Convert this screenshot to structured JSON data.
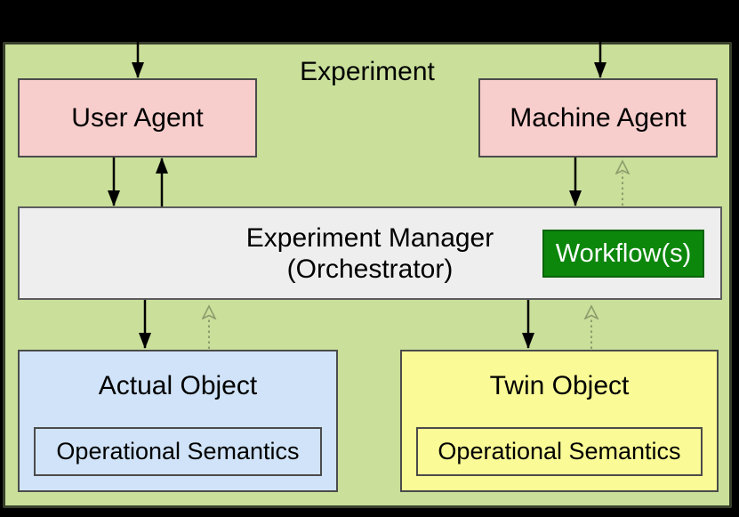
{
  "diagram": {
    "title": "Experiment",
    "nodes": {
      "user_agent": {
        "label": "User Agent"
      },
      "machine_agent": {
        "label": "Machine Agent"
      },
      "experiment_manager": {
        "label_line1": "Experiment Manager",
        "label_line2": "(Orchestrator)"
      },
      "workflow": {
        "label": "Workflow(s)"
      },
      "actual_object": {
        "label": "Actual Object",
        "sublabel": "Operational Semantics"
      },
      "twin_object": {
        "label": "Twin Object",
        "sublabel": "Operational Semantics"
      }
    },
    "edges": [
      {
        "from": "outside",
        "to": "user_agent",
        "style": "solid"
      },
      {
        "from": "outside",
        "to": "machine_agent",
        "style": "solid"
      },
      {
        "from": "user_agent",
        "to": "experiment_manager",
        "style": "solid"
      },
      {
        "from": "experiment_manager",
        "to": "user_agent",
        "style": "solid"
      },
      {
        "from": "machine_agent",
        "to": "experiment_manager",
        "style": "solid"
      },
      {
        "from": "experiment_manager",
        "to": "machine_agent",
        "style": "dotted"
      },
      {
        "from": "experiment_manager",
        "to": "actual_object",
        "style": "solid"
      },
      {
        "from": "actual_object",
        "to": "experiment_manager",
        "style": "dotted"
      },
      {
        "from": "experiment_manager",
        "to": "twin_object",
        "style": "solid"
      },
      {
        "from": "twin_object",
        "to": "experiment_manager",
        "style": "dotted"
      }
    ],
    "colors": {
      "outer_background": "#000000",
      "boundary_fill": "#c9df9a",
      "boundary_border": "#39402b",
      "agent_fill": "#f8cecc",
      "manager_fill": "#eeeeee",
      "workflow_fill": "#0c870c",
      "workflow_text": "#ffffff",
      "actual_object_fill": "#d0e3f8",
      "twin_object_fill": "#fafb96",
      "box_border": "#4b4b4b",
      "solid_arrow": "#000000",
      "dotted_arrow": "#8d9c6c"
    }
  }
}
